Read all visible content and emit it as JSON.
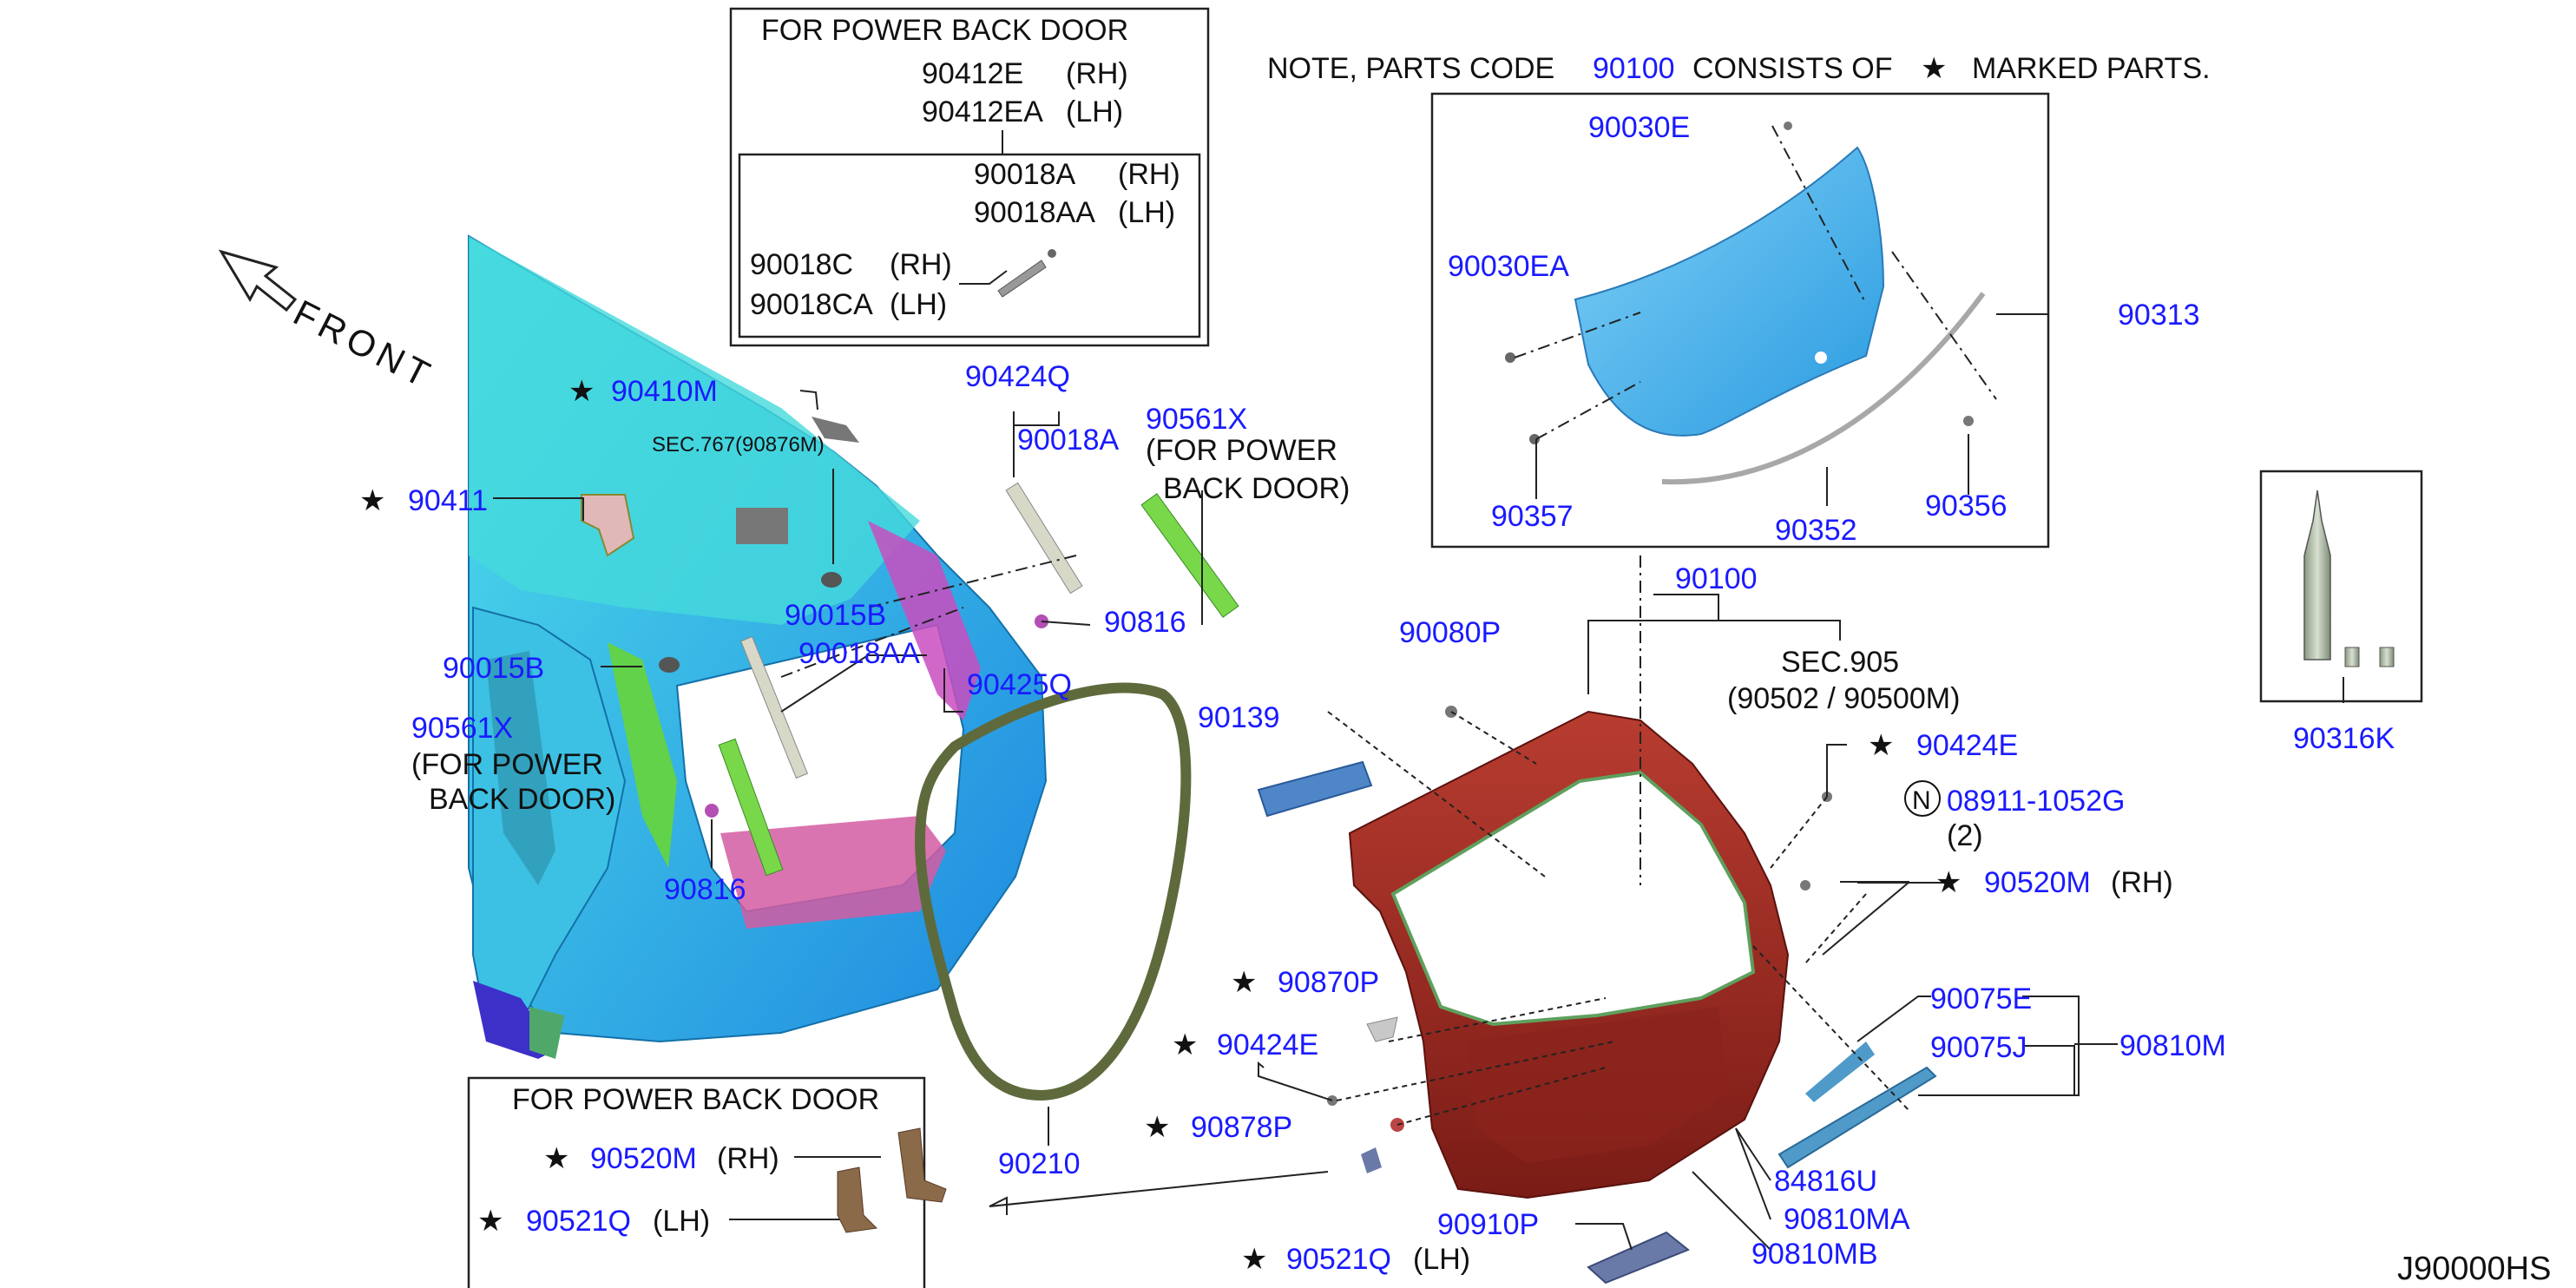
{
  "diagram_code": "J90000HS",
  "front_label": "FRONT",
  "note": {
    "prefix": "NOTE, PARTS CODE",
    "code": "90100",
    "middle": "CONSISTS OF",
    "star": "★",
    "suffix": "MARKED PARTS."
  },
  "power_box_top": {
    "title": "FOR POWER BACK DOOR",
    "p1_code": "90412E",
    "p1_side": "(RH)",
    "p2_code": "90412EA",
    "p2_side": "(LH)",
    "p3_code": "90018A",
    "p3_side": "(RH)",
    "p4_code": "90018AA",
    "p4_side": "(LH)",
    "p5_code": "90018C",
    "p5_side": "(RH)",
    "p6_code": "90018CA",
    "p6_side": "(LH)"
  },
  "power_box_bottom": {
    "title": "FOR POWER BACK DOOR",
    "p1_code": "90520M",
    "p1_side": "(RH)",
    "p2_code": "90521Q",
    "p2_side": "(LH)"
  },
  "window_box": {
    "p1": "90030E",
    "p2": "90030EA",
    "p3": "90357",
    "p4": "90352",
    "p5": "90356",
    "group": "90313"
  },
  "tool_box": {
    "code": "90316K"
  },
  "sec_767": "SEC.767(90876M)",
  "sec_905": {
    "line1": "SEC.905",
    "line2": "(90502 / 90500M)"
  },
  "nut_count": "(2)",
  "nut_symbol": "N",
  "labels": {
    "l90410M": "90410M",
    "l90411": "90411",
    "l90015B_left": "90015B",
    "l90561X_left": "90561X",
    "for_power_1": "(FOR POWER",
    "back_door_1": "BACK DOOR)",
    "l90816_left": "90816",
    "l90424Q": "90424Q",
    "l90018A": "90018A",
    "l90015B_mid": "90015B",
    "l90018AA": "90018AA",
    "l90425Q": "90425Q",
    "l90561X_right": "90561X",
    "for_power_2": "(FOR POWER",
    "back_door_2": "BACK DOOR)",
    "l90816_right": "90816",
    "l90139": "90139",
    "l90080P": "90080P",
    "l90100": "90100",
    "l90424E_top": "90424E",
    "l08911": "08911-1052G",
    "l90520M": "90520M",
    "rh": "(RH)",
    "l90870P": "90870P",
    "l90424E_bot": "90424E",
    "l90878P": "90878P",
    "l90210": "90210",
    "l90521Q": "90521Q",
    "lh": "(LH)",
    "l90910P": "90910P",
    "l90810MA": "90810MA",
    "l90810MB": "90810MB",
    "l84816U": "84816U",
    "l90075E": "90075E",
    "l90075J": "90075J",
    "l90810M": "90810M",
    "star": "★"
  },
  "colors": {
    "part_label": "#1a1aff",
    "body_cyan": "#3fd6e6",
    "body_blue": "#2aa3e8",
    "door_red": "#9b2a22",
    "glass_blue": "#52b8f0",
    "strut_green": "#6fd64c",
    "seal_green": "#5e6a3c"
  }
}
